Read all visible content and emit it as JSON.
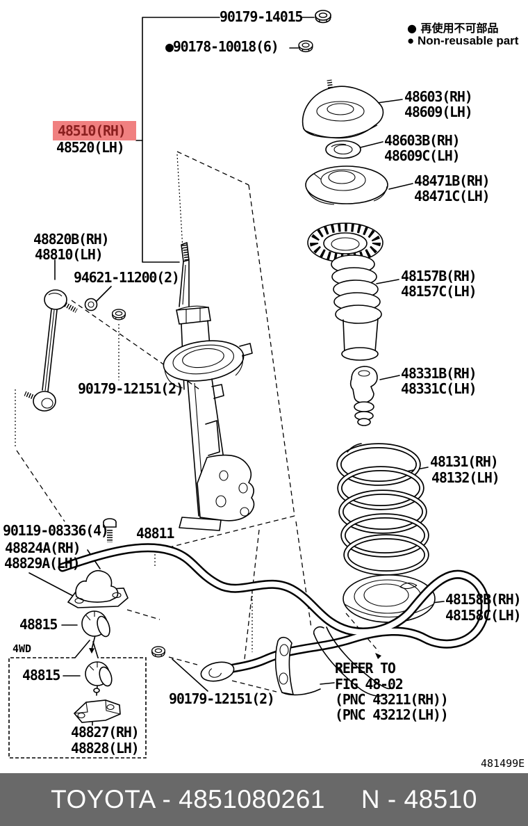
{
  "legend": {
    "jp": "● 再使用不可部品",
    "en": "● Non-reusable part"
  },
  "callouts": {
    "strut_rod_nut": "90179-14015",
    "support_nut": "●90178-10018(6)",
    "strut": {
      "rh": "48510(RH)",
      "lh": "48520(LH)"
    },
    "stabilizer_link": {
      "rh": "48820B(RH)",
      "lh": "48810(LH)"
    },
    "link_washer": "94621-11200(2)",
    "link_nut_upper": "90179-12151(2)",
    "support_mount": {
      "rh": "48603(RH)",
      "lh": "48609(LH)"
    },
    "mount_bearing": {
      "rh": "48603B(RH)",
      "lh": "48609C(LH)"
    },
    "upper_insulator": {
      "rh": "48471B(RH)",
      "lh": "48471C(LH)"
    },
    "dust_boot": {
      "rh": "48157B(RH)",
      "lh": "48157C(LH)"
    },
    "bump_stop": {
      "rh": "48331B(RH)",
      "lh": "48331C(LH)"
    },
    "coil_spring": {
      "rh": "48131(RH)",
      "lh": "48132(LH)"
    },
    "lower_insulator": {
      "rh": "48158B(RH)",
      "lh": "48158C(LH)"
    },
    "bracket_bolt": "90119-08336(4)",
    "bar_bracket": {
      "rh": "48824A(RH)",
      "lh": "48829A(LH)"
    },
    "stabilizer_bar": "48811",
    "bar_bushing": "48815",
    "fourwd_label": "4WD",
    "bar_bushing_4wd": "48815",
    "bar_bracket_4wd": {
      "rh": "48827(RH)",
      "lh": "48828(LH)"
    },
    "link_nut_lower": "90179-12151(2)",
    "fig_ref": {
      "line1": "REFER TO",
      "line2": "FIG 48-02",
      "line3": "(PNC 43211(RH))",
      "line4": "(PNC 43212(LH))"
    }
  },
  "doc_code": "481499E",
  "colors": {
    "highlight_bg": "#f08080",
    "highlight_text": "#8b1f1f",
    "footer_bg": "#696969"
  },
  "footer": {
    "brand_code": "TOYOTA - 4851080261",
    "number": "N - 48510"
  }
}
